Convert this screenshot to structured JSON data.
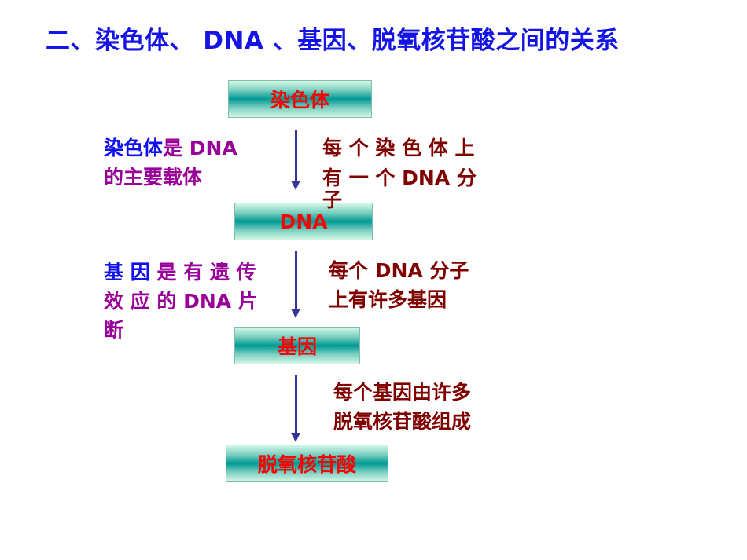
{
  "title": "二、染色体、 DNA 、基因、脱氧核苷酸之间的关系",
  "boxes": [
    "染色体",
    "DNA",
    "基因",
    "脱氧核苷酸"
  ],
  "notes": {
    "left1": {
      "part_blue": "染色体",
      "line1_rest": "是 DNA",
      "line2": "的主要载体"
    },
    "right1": {
      "lines": [
        "每 个 染 色 体 上",
        "有 一 个  DNA  分",
        "子"
      ]
    },
    "left2": {
      "part_blue": "基 因 ",
      "line1_rest": "是 有 遗 传",
      "line2": "效 应 的  DNA  片",
      "line3": "断"
    },
    "right2": {
      "lines": [
        "每个 DNA 分子",
        "上有许多基因"
      ]
    },
    "right3": {
      "lines": [
        "每个基因由许多",
        "脱氧核苷酸组成"
      ]
    }
  },
  "colors": {
    "title": "#1414e6",
    "box_text": "#ff0000",
    "blue": "#1010f0",
    "purple": "#990099",
    "dark_red": "#800000",
    "arrow": "#333399"
  }
}
